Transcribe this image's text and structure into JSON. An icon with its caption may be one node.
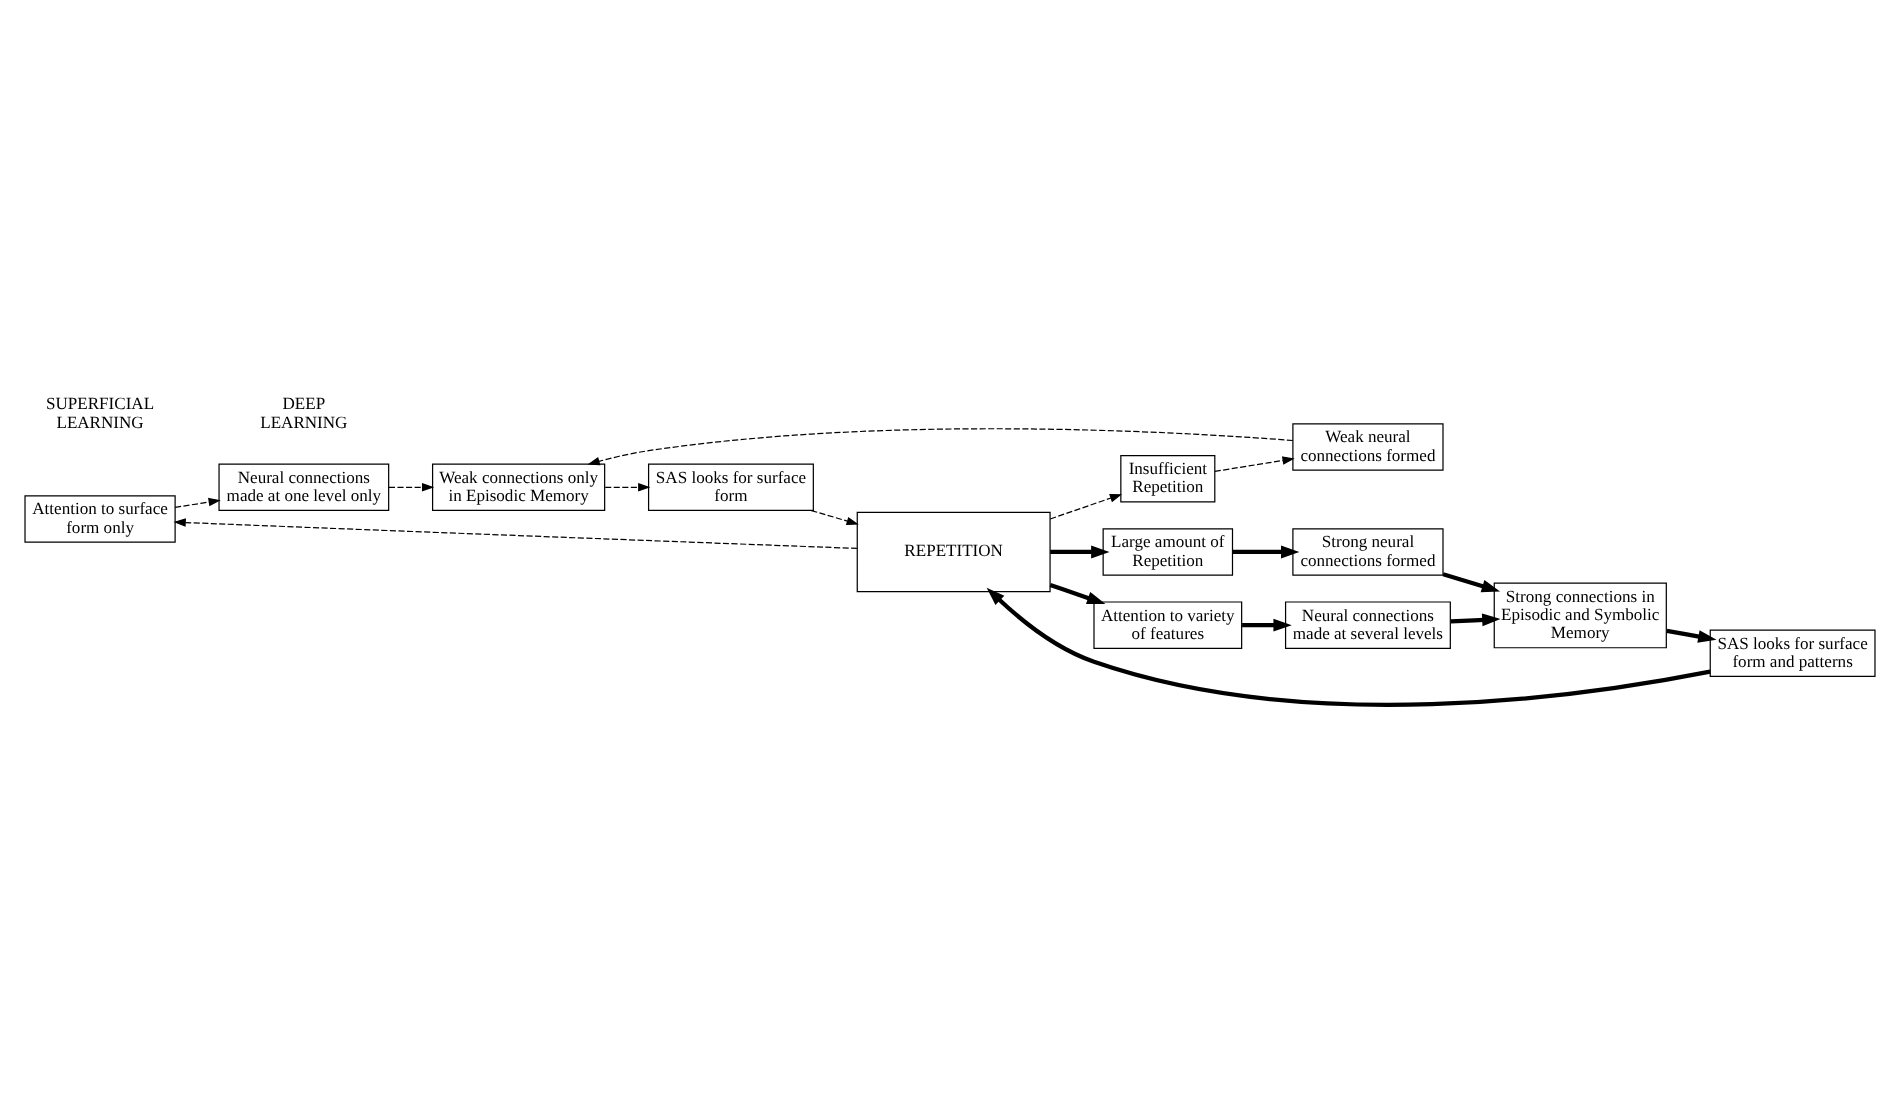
{
  "diagram": {
    "nodes": [
      {
        "text": [
          "Attention to surface form only"
        ]
      },
      {
        "text": [
          "Neural connections made at one level only"
        ]
      },
      {
        "text": [
          "Weak connections only in Episodic Memory"
        ]
      },
      {
        "text": [
          "Insufficient Repetition"
        ]
      },
      {
        "text": [
          "Weak neural connections formed"
        ]
      },
      {
        "text": [
          "SAS looks for surface form"
        ]
      },
      {
        "text": [
          "REPETITION"
        ]
      },
      {
        "text": [
          "SAS looks for surface form and patterns"
        ]
      },
      {
        "text": [
          "Large amount of Repetition"
        ]
      },
      {
        "text": [
          "Strong neural connections formed"
        ]
      },
      {
        "text": [
          "Strong connections in Episodic and Symbolic Memory"
        ]
      },
      {
        "text": [
          "Attention to variety of features"
        ]
      },
      {
        "text": [
          "Neural connections made at several levels"
        ]
      }
    ],
    "edges": [
      {
        "from": 6,
        "to": 0,
        "arrow": "to",
        "style": "dashed"
      },
      {
        "from": 6,
        "to": 3,
        "arrow": "to",
        "style": "dashed"
      },
      {
        "from": 0,
        "to": 1,
        "arrow": "to",
        "style": "dashed"
      },
      {
        "from": 1,
        "to": 2,
        "arrow": "to",
        "style": "dashed"
      },
      {
        "from": 3,
        "to": 4,
        "arrow": "to",
        "style": "dashed"
      },
      {
        "from": 4,
        "to": 2,
        "arrow": "to",
        "style": "dashed"
      },
      {
        "from": 2,
        "to": 5,
        "arrow": "to",
        "style": "dashed"
      },
      {
        "from": 5,
        "to": 6,
        "arrow": "to",
        "style": "dashed"
      },
      {
        "from": 6,
        "to": 8,
        "arrow": "to",
        "style": "thick"
      },
      {
        "from": 6,
        "to": 11,
        "arrow": "to",
        "style": "thick"
      },
      {
        "from": 8,
        "to": 9,
        "arrow": "to",
        "style": "thick"
      },
      {
        "from": 9,
        "to": 10,
        "arrow": "to",
        "style": "thick"
      },
      {
        "from": 11,
        "to": 12,
        "arrow": "to",
        "style": "thick"
      },
      {
        "from": 12,
        "to": 10,
        "arrow": "to",
        "style": "thick"
      },
      {
        "from": 10,
        "to": 7,
        "arrow": "to",
        "style": "thick"
      },
      {
        "from": 7,
        "to": 6,
        "arrow": "to",
        "style": "thick"
      }
    ],
    "labels": [
      "SUPERFICIAL LEARNING",
      "DEEP LEARNING"
    ]
  }
}
